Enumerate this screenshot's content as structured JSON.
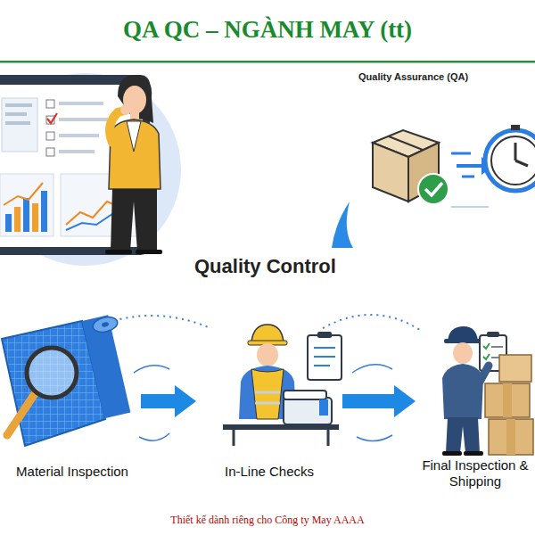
{
  "diagram": {
    "title": "QA QC – NGÀNH MAY (tt)",
    "caption": "Thiết kế dành riêng cho Công ty May AAAA",
    "nodes": [
      {
        "text": [
          "Material Inspection"
        ]
      },
      {
        "text": [
          "In-Line Checks"
        ]
      },
      {
        "text": [
          "Final Inspection & Shipping"
        ]
      }
    ],
    "edges": [
      {
        "from": 0,
        "to": 1,
        "arrow": "to"
      },
      {
        "from": 1,
        "to": 2,
        "arrow": "to"
      }
    ],
    "labels": [
      "Quality Assurance (QA)",
      "Quality Control"
    ]
  }
}
